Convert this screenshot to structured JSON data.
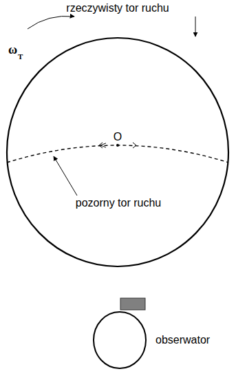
{
  "diagram": {
    "labels": [
      "rzeczywisty tor ruchu",
      "ω",
      "T",
      "O",
      "pozorny tor ruchu",
      "obserwator"
    ]
  }
}
